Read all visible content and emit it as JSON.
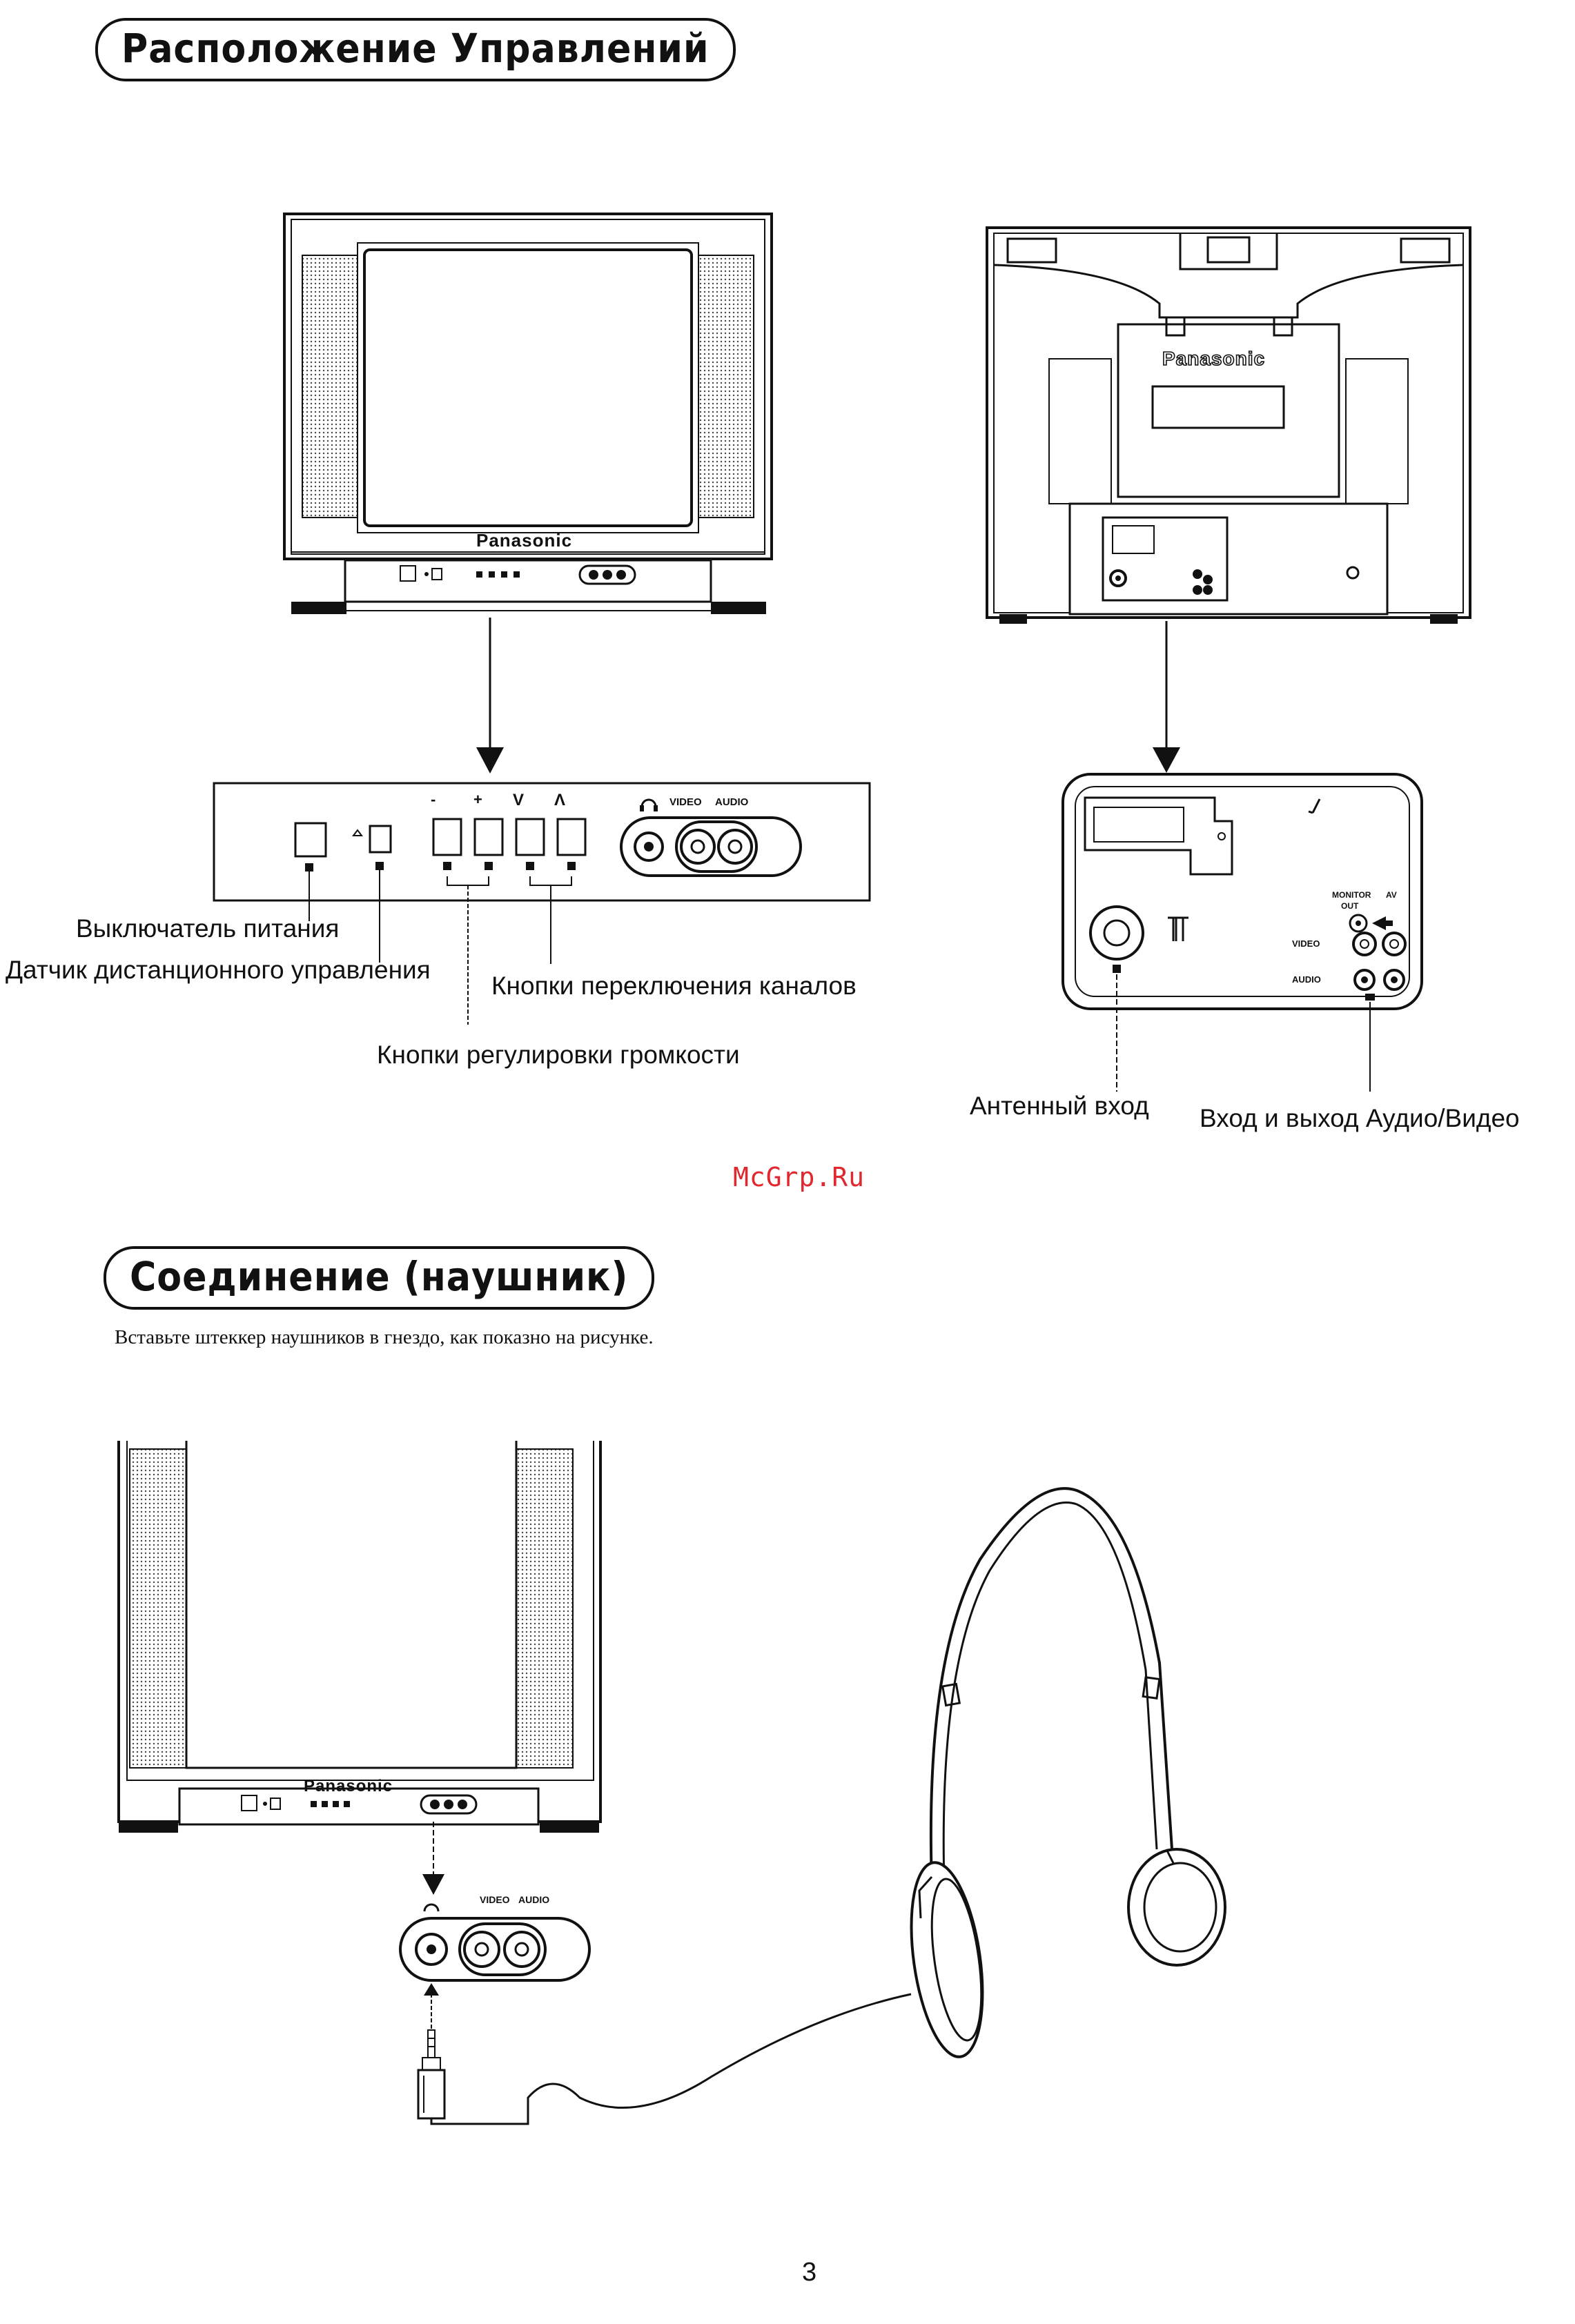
{
  "sections": {
    "controls_title": "Расположение Управлений",
    "connection_title": "Соединение (наушник)",
    "connection_instruction": "Вставьте штеккер наушников в гнездо, как показно на рисунке."
  },
  "front": {
    "brand": "Panasonic",
    "panel": {
      "minus": "-",
      "plus": "+",
      "down": "V",
      "up": "Λ",
      "video": "VIDEO",
      "audio": "AUDIO"
    }
  },
  "back": {
    "brand": "Panasonic",
    "panel": {
      "monitor": "MONITOR",
      "out": "OUT",
      "av": "AV",
      "video": "VIDEO",
      "audio": "AUDIO"
    }
  },
  "callouts": {
    "power_switch": "Выключатель питания",
    "remote_sensor": "Датчик дистанционного управления",
    "channel_buttons": "Кнопки переключения каналов",
    "volume_buttons": "Кнопки регулировки громкости",
    "antenna_input": "Антенный вход",
    "av_io": "Вход и выход Аудио/Видео"
  },
  "watermark": "McGrp.Ru",
  "page_number": "3"
}
